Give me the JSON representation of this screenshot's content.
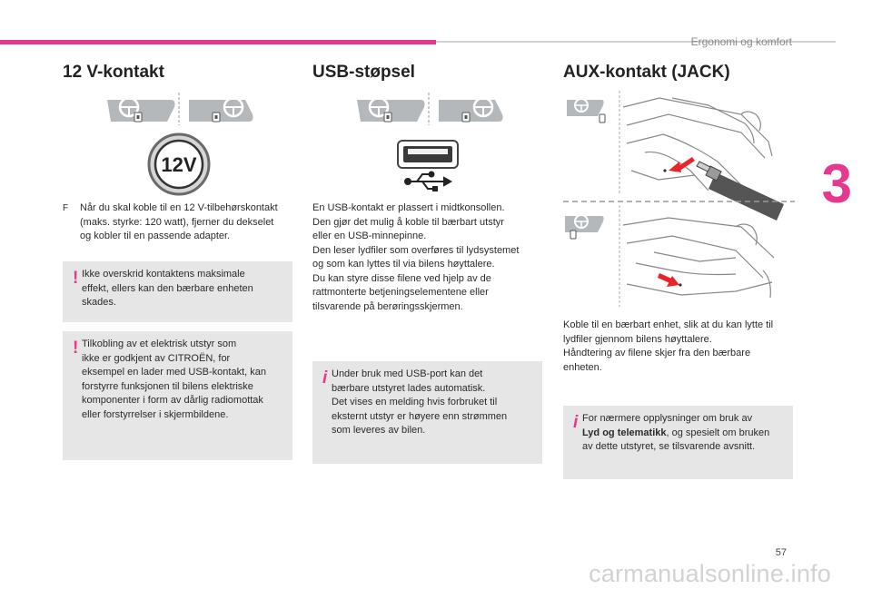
{
  "header": {
    "title": "Ergonomi og komfort",
    "chapter": "3"
  },
  "footer": {
    "page_number": "57",
    "watermark": "carmanualsonline.info"
  },
  "columns": [
    {
      "heading": "12 V-kontakt",
      "illustration_label": "12V",
      "bullet_symbol": "F",
      "bullet_lines": [
        "Når du skal koble til en 12 V-tilbehørskontakt",
        "(maks. styrke: 120 watt), fjerner du dekselet",
        "og kobler til en passende adapter."
      ],
      "warning_1_lines": [
        "Ikke overskrid kontaktens maksimale",
        "effekt, ellers kan den bærbare enheten",
        "skades."
      ],
      "warning_2_lines": [
        "Tilkobling av et elektrisk utstyr som",
        "ikke er godkjent av CITROËN, for",
        "eksempel en lader med USB-kontakt, kan",
        "forstyrre funksjonen til bilens elektriske",
        "komponenter i form av dårlig radiomottak",
        "eller forstyrrelser i skjermbildene."
      ]
    },
    {
      "heading": "USB-støpsel",
      "body_lines": [
        "En USB-kontakt er plassert i midtkonsollen.",
        "Den gjør det mulig å koble til bærbart utstyr",
        "eller en USB-minnepinne.",
        "Den leser lydfiler som overføres til lydsystemet",
        "og som kan lyttes til via bilens høyttalere.",
        "Du kan styre disse filene ved hjelp av de",
        "rattmonterte betjeningselementene eller",
        "tilsvarende på berøringsskjermen."
      ],
      "info_lines": [
        "Under bruk med USB-port kan det",
        "bærbare utstyret lades automatisk.",
        "Det vises en melding hvis forbruket til",
        "eksternt utstyr er høyere enn strømmen",
        "som leveres av bilen."
      ]
    },
    {
      "heading": "AUX-kontakt (JACK)",
      "body_lines": [
        "Koble til en bærbart enhet, slik at du kan lytte til",
        "lydfiler gjennom bilens høyttalere.",
        "Håndtering av filene skjer fra den bærbare",
        "enheten."
      ],
      "info_line_1": "For nærmere opplysninger om bruk av",
      "info_bold": "Lyd og telematikk",
      "info_line_2_rest": ", og spesielt om bruken",
      "info_line_3": "av dette utstyret, se tilsvarende avsnitt."
    }
  ],
  "colors": {
    "accent": "#e6398d",
    "box_bg": "#e6e6e6",
    "arrow": "#e8232a"
  }
}
